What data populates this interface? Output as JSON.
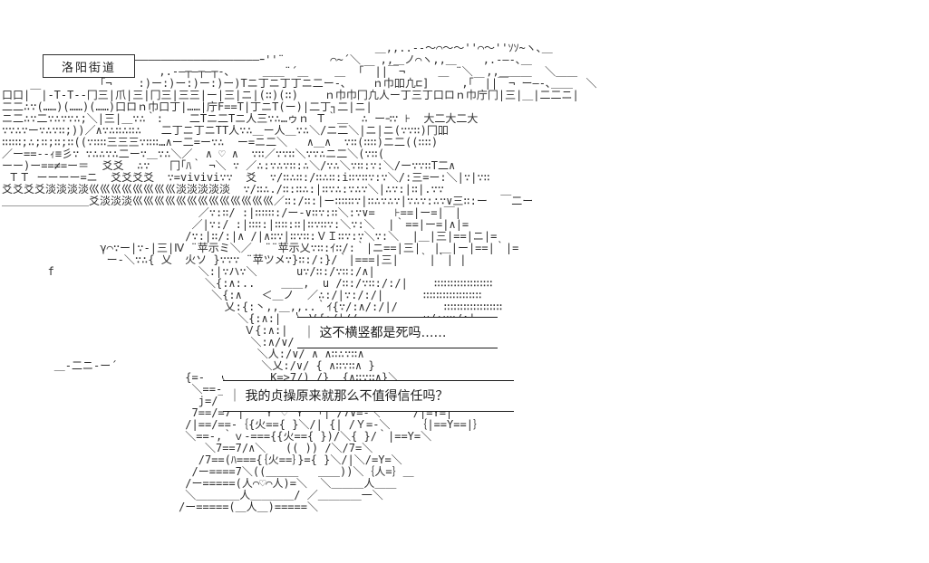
{
  "scene": {
    "location_label": "洛阳街道",
    "balloons": [
      {
        "text": "｜ 这不横竖都是死吗……"
      },
      {
        "text": "｜ 我的贞操原来就那么不值得信任吗？"
      }
    ],
    "colors": {
      "ink": "#2e2e2e",
      "background": "#ffffff"
    },
    "ascii_art_lines": [
      "",
      "",
      "",
      "                                                         ＿,,..--～⌒～～''⌒～''ｿｿ~ヽ､＿",
      "              ¬ーー―――――――――――――――――――――ｰ''¨       ⌒~´＼   ,,＿ノ⌒ヽ,,＿    ,.-―-､＿",
      "                        ,.-―┬―┬―┬-､     ＿＿¨´＿    ＿  ｢￣||￣¬     ＿ ¨＼  ,,＿＿＿  ＼＿＿",
      "               ｢¬    :)ー:)ー:)ー:)ー)Tニ丁ニ丁丁ニ二ー-､    ｎ巾吅凣⊏]     ,｢￣||￣¬ ー―-､＿＿  ＼",
      "口口|￣|-T-T--冂三|爪|三|冂三|三三|ー|三|ニ|(∷)(∷)    ｎ巾巾冂凢人ー丁三丁口ロｎ巾庁冂|三|＿|二二ニ|",
      "二二∴∵(……)(……)(……)口ロｎ巾口丁|……|庁F==T|丁ニT(ー)|二丁┐二|ニ|",
      "ニ二∴∵二∵∴∵∵∴;＼|三|＿∵∴｀:    二Tニ二Tニ人三∵∴…ゥｎ Ｔ｀＿  ∴ ー∹∵ ⊦  大二大二大",
      "∵∵∴∵ー∵∴∵∷;))／∧∵∴∷∴∷∴   二丁ニ丁ニTT人∵∴＿ー人＿∵∴＼/ニ二＼|ニ|ニ(∵∵∷)冂吅",
      "∷∷∷;∴;∷;∷;∷((∵∷∷三三三∵∷∷…∧ー二=ー∵∴  ー=ニ二＼   ∧＿∧  ∵∷(∷∷)ニ二((∷∷)",
      "／ー==--ｨ≡彡∵ ∵∴∴∵∴二ー∵＿∵∴＼／  ∧ ♡ ∧  ∵∷／∵∵∷＼∵∵∴ニ二＼(∵∷(",
      "ーー)ー==≠=ー＝  爻爻  ∴∵   冂｢ﾊ｀ ¬＼ ∵ ／∴:∵∴∵∷:∴＼/∵∴＼∵∷:∵:＼/ー∵∵∷T二∧",
      " ＴＴ ーーーー=ニ  爻爻爻爻  ∵=vivivi∵∵  爻  ∵/∷∴∷:/∷∴∷:i∷∵∷∵:∵＼/:三=ー:＼|∵|∵∷",
      "爻爻爻爻淡淡淡淡巛巛巛巛巛巛巛巛淡淡淡淡淡  ∵/∷∴./∷:∷∴:|∷∵∴:∵∴∵＼|∴∵:|∷|.∵∵",
      "＿＿＿＿＿＿＿＿爻淡淡淡巛巛巛巛巛巛巛巛巛巛巛巛巛／∷:/∷:|ー∷∷∷∵|∷∴∵∴∵|∵∴∵:∴∵∨三∷:ー  ￣二ー",
      "                              ／∵:∷/ :|∷∷∷:/ー-∨∷∵:∷＼:∵∨=   ⊦==|ー=|￣|",
      "                             ／|∵:/ :|∷∷:|∷∷:∷|∷∵∷∵:＼∵:＼  |｀==|ー=|∧|=",
      "                            /∵:|∷/:|∧ /|∧∷∵|∷∵∷:ＶＩ∷∵:∵＼∵:＼  |＿|三|==|ニ|=",
      "               γ⌒∵ー|∵-|三|Ⅳ ¨苹示ミ＼／  ¨¨苹示乂∵∷:ｲ∷/:｀|ニ==|三|  |＿|ー|==|｀|=",
      "                ー-＼∵∴{ 乂  火ソ }∵∵∵ ¨苹ツメ∵}∷:/:}/｀|===|三|   ｀|｀| |",
      "       f                      ＼:|∵ハ∵＼      u∵/∷:/∵∷:/∧|",
      "                               ＼{:∧:..    ＿＿,  u /∷:/∵∷:/:/|    ∷∷∷∷∷∷∷∷∷",
      "                                ＼{:∧   ＜＿ノ  ／∴:/|∵:/:/|      ∷∷∷∷∷∷∷∷∷",
      "                                  乂:{:丶,,＿,,..｀ｲ{∵/:∧/:/|/       ∷∷∷∷∷∷∷∷∷",
      "                                    ＼{:∧:|    Ｖ{:/|//          u/∴∵∷/∧|",
      "                                     Ｖ{:∧:|   ＞ ´ ｲﾊｲ⌒}/-､    /∴∵∷/∷∧",
      "                                      ＼:∧/∨/  ／ {∴∵∴∵＼",
      "                                       ＼人:/∨/ ∧ ∧∷∴∵∷∧",
      "        ＿-二ニ-ー´                      ＼乂:/∨/ { ∧∷∵∷∧ }",
      "                            {=-          K=>7/) /}  {∧∷∵∷∧}＼",
      "                             ＼==-      |=={/ }=|/＼/{ }∷∵∷{ }ニ＼",
      "                              j=/￣|{  } ＼Ｙ⌒Ｙ/ ｢{ /7∨--＝＼",
      "                             7==/=7 |   Ｙ ♡ Ｙ  ｢| /7∨=-＼     /|=Y=|",
      "                            /|==/==-｛{火=={ }＼/| {| /Ｙ=-＼    ｛|==Y==|｝",
      "                            ＼==-,｀ｖ-==={{火=={ })/＼{ }/｀|==Y=＼",
      "                               ＼7==7/∧＼   (( )) /＼/7=＼",
      "                              /7==(ﾊ==={｛火==｝}={ }＼/|＼/=Y=＼",
      "                             /ー====7＼((＿＿＿   ＿＿))＼｛人=｝＿",
      "                            /ー=====(人⌒♡⌒人)=＼  ＼＿＿＿人＿＿",
      "                            ＼＿＿＿＿人＿＿＿＿/ ／＿＿＿＿一＼",
      "                           /ー=====(＿人＿)=====＼",
      "",
      ""
    ]
  }
}
